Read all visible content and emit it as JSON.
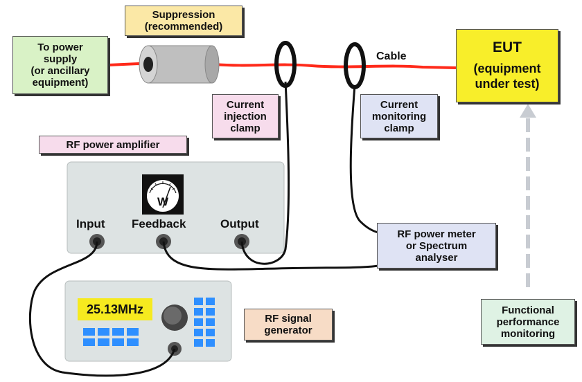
{
  "labels": {
    "power_supply": [
      "To power",
      "supply",
      "(or ancillary",
      "equipment)"
    ],
    "suppression": [
      "Suppression",
      "(recommended)"
    ],
    "injection_clamp": [
      "Current",
      "injection",
      "clamp"
    ],
    "monitoring_clamp": [
      "Current",
      "monitoring",
      "clamp"
    ],
    "eut": [
      "EUT",
      "(equipment",
      "under test)"
    ],
    "amplifier": "RF power amplifier",
    "meter": [
      "RF power meter",
      "or Spectrum",
      "analyser"
    ],
    "generator": [
      "RF signal",
      "generator"
    ],
    "functional": [
      "Functional",
      "performance",
      "monitoring"
    ],
    "cable": "Cable"
  },
  "amplifier_ports": {
    "input": "Input",
    "feedback": "Feedback",
    "output": "Output"
  },
  "meter_dial": "W",
  "generator_display": "25.13MHz",
  "colors": {
    "cable": "#ff2a1a",
    "wire": "#111111",
    "equipment_body": "#dde3e3",
    "display": "#f6ea1f",
    "keypad": "#2e8fff",
    "arrow": "#c8ccd2"
  }
}
